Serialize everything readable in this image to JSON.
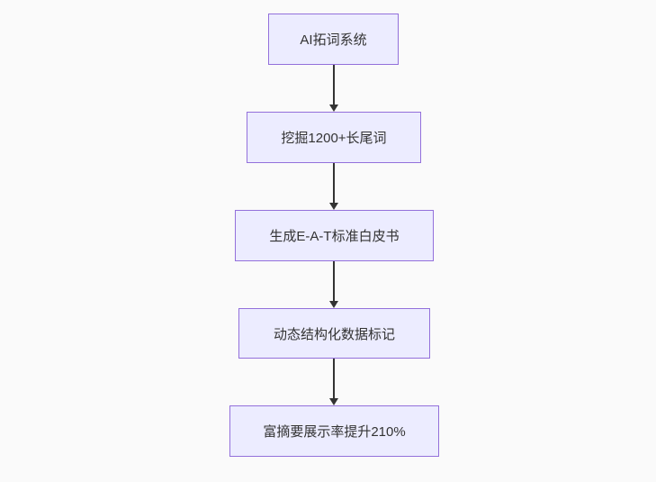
{
  "diagram": {
    "type": "flowchart",
    "direction": "top-down",
    "nodes": [
      {
        "id": "n1",
        "label": "AI拓词系统"
      },
      {
        "id": "n2",
        "label": "挖掘1200+长尾词"
      },
      {
        "id": "n3",
        "label": "生成E-A-T标准白皮书"
      },
      {
        "id": "n4",
        "label": "动态结构化数据标记"
      },
      {
        "id": "n5",
        "label": "富摘要展示率提升210%"
      }
    ],
    "edges": [
      {
        "from": "n1",
        "to": "n2",
        "style": "arrow"
      },
      {
        "from": "n2",
        "to": "n3",
        "style": "arrow"
      },
      {
        "from": "n3",
        "to": "n4",
        "style": "arrow"
      },
      {
        "from": "n4",
        "to": "n5",
        "style": "arrow"
      }
    ],
    "colors": {
      "node_fill": "#ECECFF",
      "node_border": "#9370DB",
      "arrow": "#333333",
      "text": "#333333",
      "background": "#FAFAFA"
    }
  }
}
